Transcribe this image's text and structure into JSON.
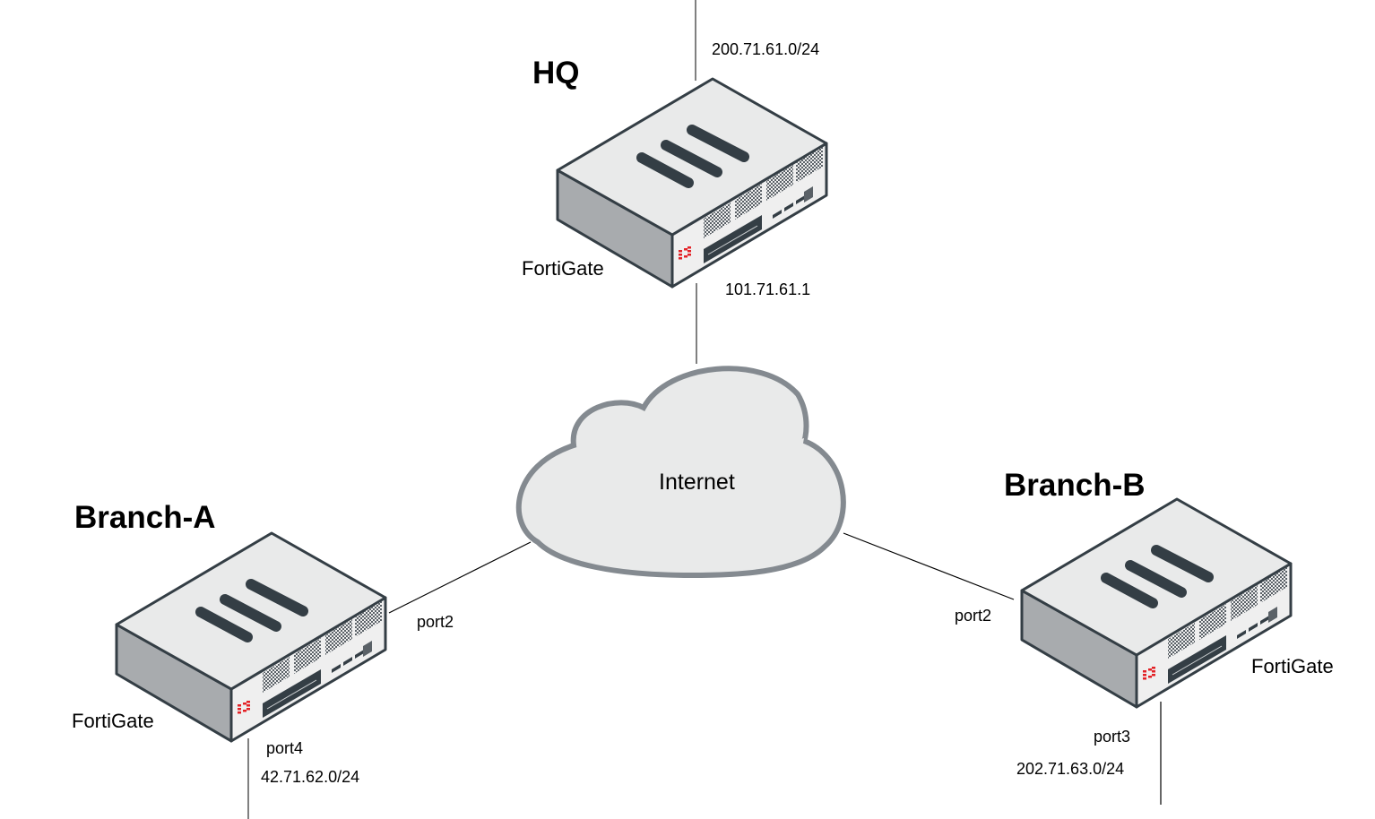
{
  "diagram": {
    "type": "network-topology",
    "cloud": {
      "label": "Internet"
    },
    "sites": [
      {
        "id": "hq",
        "name": "HQ",
        "device": "FortiGate",
        "lan_subnet": "200.71.61.0/24",
        "wan_ip": "101.71.61.1"
      },
      {
        "id": "branch-a",
        "name": "Branch-A",
        "device": "FortiGate",
        "wan_port": "port2",
        "lan_port": "port4",
        "lan_subnet": "42.71.62.0/24"
      },
      {
        "id": "branch-b",
        "name": "Branch-B",
        "device": "FortiGate",
        "wan_port": "port2",
        "lan_port": "port3",
        "lan_subnet": "202.71.63.0/24"
      }
    ],
    "links": [
      {
        "from": "hq",
        "to": "internet"
      },
      {
        "from": "branch-a",
        "to": "internet",
        "port": "port2"
      },
      {
        "from": "branch-b",
        "to": "internet",
        "port": "port2"
      },
      {
        "from": "hq",
        "to": "hq-lan"
      },
      {
        "from": "branch-a",
        "to": "branch-a-lan",
        "port": "port4"
      },
      {
        "from": "branch-b",
        "to": "branch-b-lan",
        "port": "port3"
      }
    ],
    "colors": {
      "device_top": "#e9eaea",
      "device_left": "#a8abae",
      "device_front": "#efefef",
      "device_outline": "#343e45",
      "vent_bar": "#343e45",
      "logo": "#e32126",
      "cloud_fill": "#e9eaea",
      "cloud_stroke": "#848a90",
      "line": "#000000"
    }
  }
}
